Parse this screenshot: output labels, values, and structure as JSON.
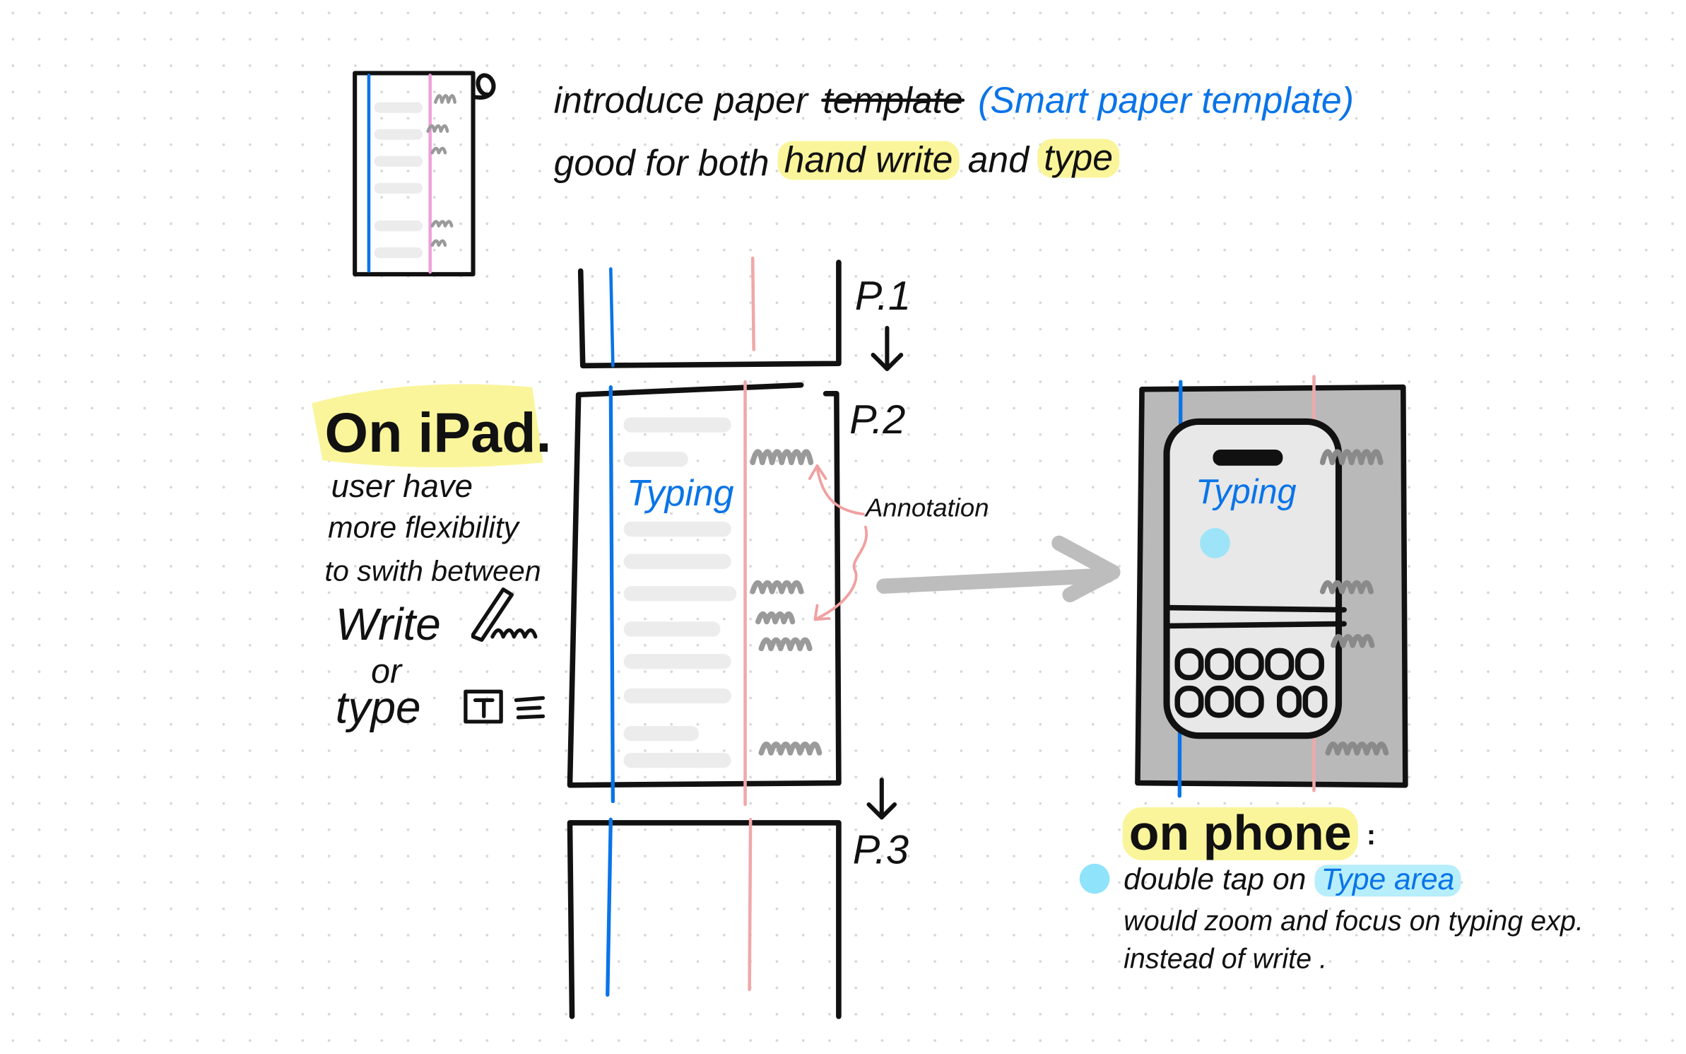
{
  "colors": {
    "ink": "#111111",
    "accent_blue": "#0a74e8",
    "margin_pink": "#f0a8a8",
    "highlight_yellow": "#faf59a",
    "highlight_cyan": "#8fe3fa",
    "placeholder_gray": "#ececec",
    "scribble_gray": "#9a9a9a",
    "arrow_gray": "#bdbdbd",
    "background": "#ffffff",
    "grid_dot": "#d8d8d8"
  },
  "header": {
    "line1_prefix": "introduce paper",
    "line1_struck": "template",
    "line1_blue": "(Smart paper template)",
    "line2_prefix": "good for both",
    "line2_highlight1": "hand write",
    "line2_mid": "and",
    "line2_highlight2": "type"
  },
  "pages": {
    "p1_label": "P.1",
    "p2_label": "P.2",
    "p3_label": "P.3",
    "typing_label": "Typing",
    "annotation_label": "Annotation"
  },
  "ipad": {
    "title": "On iPad.",
    "lines": [
      "user have",
      "more flexibility",
      "to swith between"
    ],
    "write": "Write",
    "or": "or",
    "type": "type"
  },
  "phone": {
    "typing_label": "Typing",
    "title": "on phone",
    "title_colon": ":",
    "desc_prefix": "double tap on",
    "desc_highlight": "Type area",
    "desc_line2": "would zoom and focus on typing exp.",
    "desc_line3": "instead of write ."
  },
  "icons": [
    "paper-scroll-icon",
    "pencil-icon",
    "text-box-icon",
    "arrow-down-icon",
    "arrow-right-icon",
    "tap-dot-icon"
  ]
}
